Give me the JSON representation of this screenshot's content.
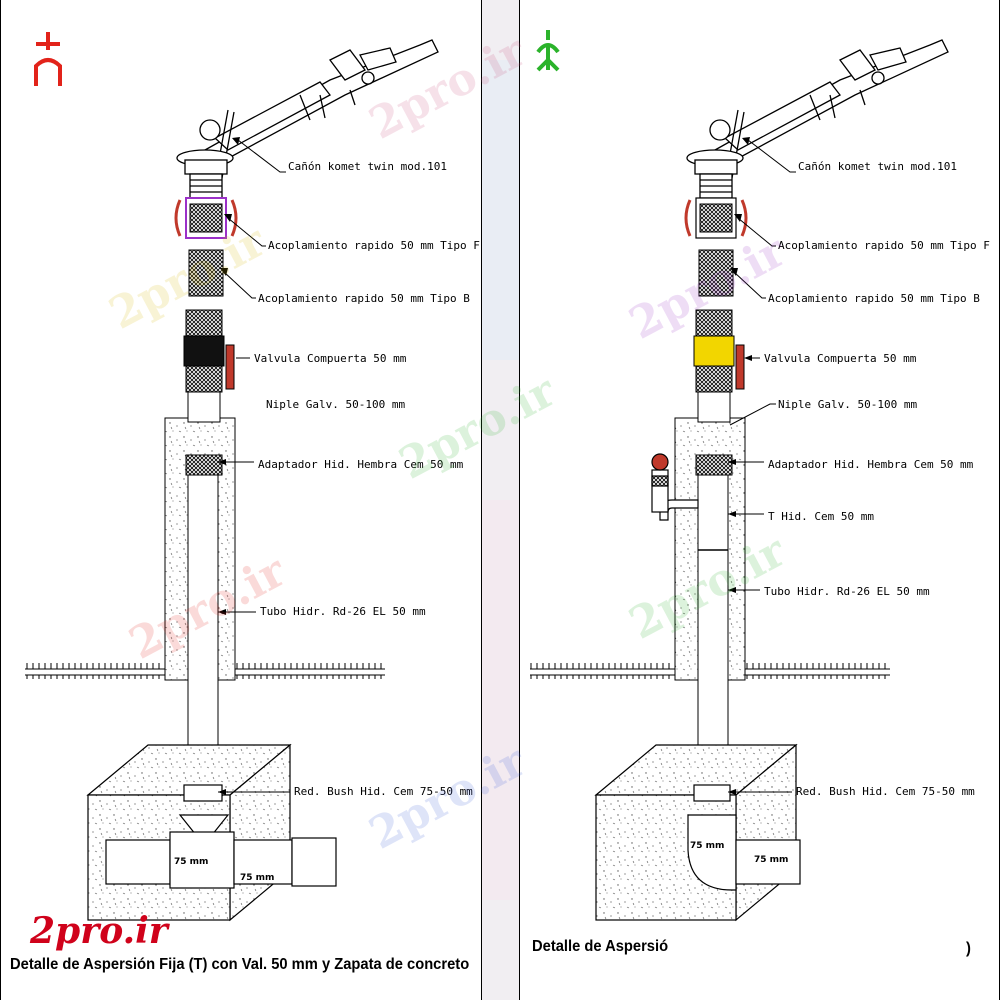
{
  "brand": {
    "logo_text": "2pro.ir",
    "logo_color": "#d0021b",
    "watermark_text": "2pro.ir"
  },
  "left_panel": {
    "title": "Detalle de Aspersión Fija (T) con Val. 50 mm y Zapata de concreto",
    "icon_color": "#e2231a",
    "labels": {
      "canon": "Cañón komet twin mod.101",
      "acople_f": "Acoplamiento rapido 50 mm Tipo F",
      "acople_b": "Acoplamiento rapido 50 mm Tipo B",
      "valvula": "Valvula Compuerta 50 mm",
      "niple": "Niple Galv. 50-100 mm",
      "adaptador": "Adaptador Hid. Hembra Cem 50 mm",
      "tubo": "Tubo Hidr. Rd-26 EL 50 mm",
      "bush": "Red. Bush Hid. Cem 75-50 mm",
      "dim_75_a": "75 mm",
      "dim_75_b": "75 mm"
    },
    "valve_color": "#111111",
    "coupling_color": "#9b30c8"
  },
  "right_panel": {
    "title": "Detalle de Aspersió",
    "title_tail": ")",
    "icon_color": "#2bb32b",
    "labels": {
      "canon": "Cañón komet twin mod.101",
      "acople_f": "Acoplamiento rapido 50 mm Tipo F",
      "acople_b": "Acoplamiento rapido 50 mm Tipo B",
      "valvula": "Valvula Compuerta 50 mm",
      "niple": "Niple Galv. 50-100 mm",
      "adaptador": "Adaptador Hid. Hembra Cem 50 mm",
      "t_hid": "T Hid. Cem 50 mm",
      "tubo": "Tubo Hidr. Rd-26 EL 50 mm",
      "bush": "Red. Bush Hid. Cem 75-50 mm",
      "dim_75_a": "75 mm",
      "dim_75_b": "75 mm"
    },
    "valve_color": "#f2d600",
    "coupling_color": "#c0392b"
  }
}
